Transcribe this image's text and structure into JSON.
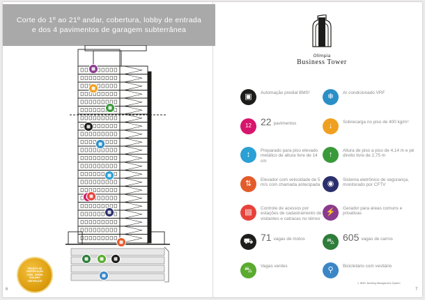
{
  "left_page": {
    "banner": {
      "line1": "Corte do 1º ao 21º andar, cobertura, lobby de entrada",
      "line2": "e dos 4 pavimentos de garagem subterrânea"
    },
    "seal_lines": [
      "PROJETO DE",
      "CERTIFICAÇÃO",
      "LEED - GREEN",
      "BUILDING",
      "CERTIFICATE"
    ],
    "page_number": "6"
  },
  "right_page": {
    "logo": {
      "name": "Olímpia",
      "tagline": "Business Tower"
    },
    "features": [
      {
        "icon": "monitor-icon",
        "color": "#1d1d1b",
        "glyph": "▣",
        "text": "Automação predial BMS¹"
      },
      {
        "icon": "snowflake-icon",
        "color": "#2a8fc7",
        "glyph": "❄",
        "text": "Ar condicionado VRF"
      },
      {
        "icon": "calendar-icon",
        "color": "#d6156c",
        "glyph": "12",
        "number": "22",
        "text": "pavimentos"
      },
      {
        "icon": "arrow-down-icon",
        "color": "#f0a020",
        "glyph": "↓",
        "text": "Sobrecarga no piso de 400 kg/m²"
      },
      {
        "icon": "raised-floor-icon",
        "color": "#2aa0d4",
        "glyph": "↕",
        "text": "Preparado para piso elevado metálico de altura livre de 14 cm"
      },
      {
        "icon": "arrow-up-icon",
        "color": "#3a9a3a",
        "glyph": "↑",
        "text": "Altura de piso a piso de 4,14 m e pé direito livre de 2,75 m"
      },
      {
        "icon": "elevator-icon",
        "color": "#e45b2a",
        "glyph": "⇅",
        "text": "Elevador com velocidade de 5 m/s com chamada antecipada"
      },
      {
        "icon": "camera-icon",
        "color": "#2b2f6b",
        "glyph": "◉",
        "text": "Sistema eletrônico de segurança, monitorado por CFTV"
      },
      {
        "icon": "access-card-icon",
        "color": "#e6423b",
        "glyph": "▤",
        "text": "Controle de acessos por estações de cadastramento de visitantes e catracas no térreo"
      },
      {
        "icon": "generator-icon",
        "color": "#8b3b8f",
        "glyph": "⚡",
        "text": "Gerador para áreas comuns e privativas"
      },
      {
        "icon": "motorcycle-icon",
        "color": "#1d1d1b",
        "glyph": "⛟",
        "number": "71",
        "text": "vagas de motos"
      },
      {
        "icon": "car-icon",
        "color": "#2e7d3a",
        "glyph": "⛍",
        "number": "605",
        "text": "vagas de carros"
      },
      {
        "icon": "green-car-icon",
        "color": "#5aab2f",
        "glyph": "⛍",
        "text": "Vagas verdes"
      },
      {
        "icon": "bicycle-icon",
        "color": "#3b86c6",
        "glyph": "⚲",
        "text": "Bicicletário com vestiário"
      }
    ],
    "footnote": "1. BMS: Building Management System",
    "page_number": "7"
  },
  "building_icons": [
    {
      "icon": "generator-icon",
      "color": "#8b3b8f"
    },
    {
      "icon": "arrow-up-icon",
      "color": "#f0a020"
    },
    {
      "icon": "elevator-icon",
      "color": "#3a9a3a"
    },
    {
      "icon": "monitor-icon",
      "color": "#1d1d1b"
    },
    {
      "icon": "snowflake-icon",
      "color": "#2a8fc7"
    },
    {
      "icon": "raised-floor-icon",
      "color": "#2aa0d4"
    },
    {
      "icon": "calendar-icon",
      "color": "#d6156c"
    },
    {
      "icon": "camera-icon",
      "color": "#2b2f6b"
    },
    {
      "icon": "access-card-icon",
      "color": "#e6423b"
    },
    {
      "icon": "arrow-down-icon",
      "color": "#e45b2a"
    },
    {
      "icon": "car-icon",
      "color": "#2e7d3a"
    },
    {
      "icon": "green-car-icon",
      "color": "#5aab2f"
    },
    {
      "icon": "bicycle-icon",
      "color": "#3b86c6"
    },
    {
      "icon": "motorcycle-icon",
      "color": "#1d1d1b"
    }
  ]
}
